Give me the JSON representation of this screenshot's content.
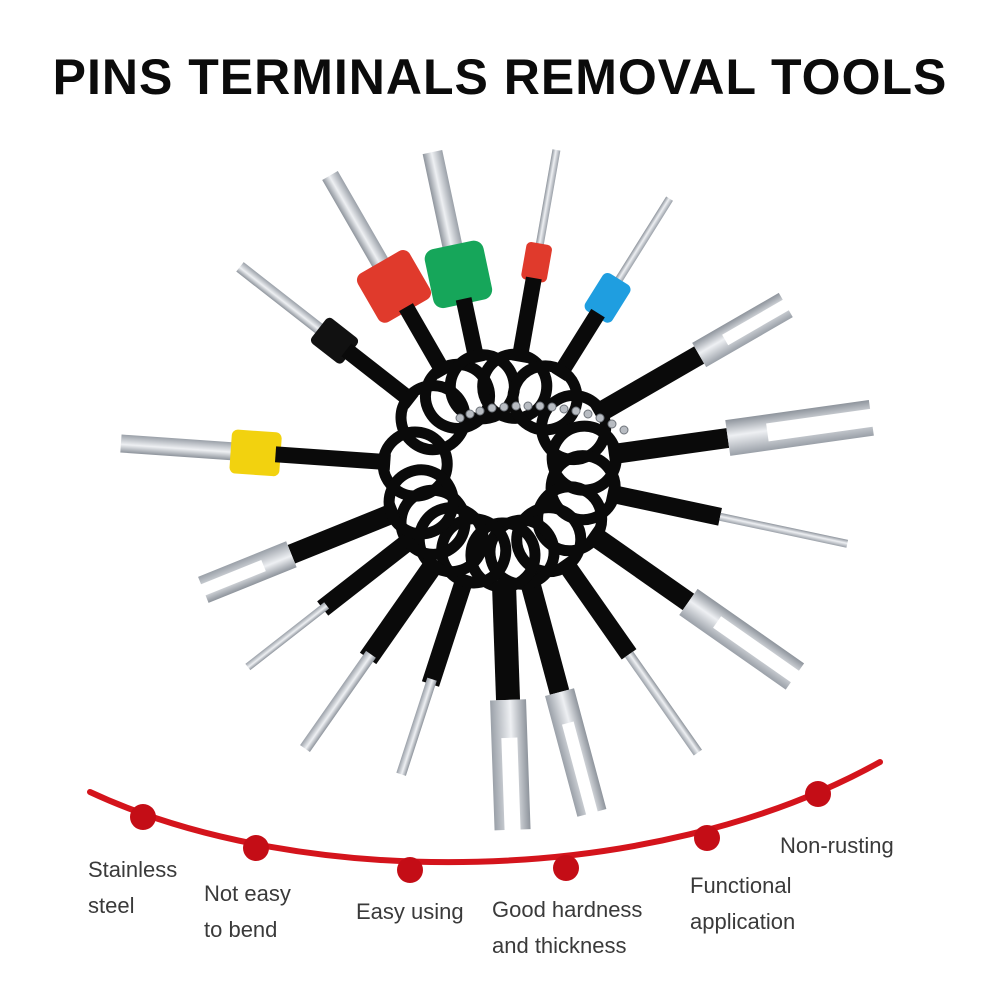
{
  "title": "PINS TERMINALS REMOVAL TOOLS",
  "colors": {
    "tool_body": "#0a0a0a",
    "steel": "#c8ccd2",
    "sleeve_red": "#e03a2c",
    "sleeve_green": "#16a65a",
    "sleeve_blue": "#1f9ee0",
    "sleeve_yellow": "#f2d20f",
    "curve": "#d4141c",
    "dot": "#c40d16",
    "text": "#3a3a3a"
  },
  "features": [
    {
      "line1": "Stainless",
      "line2": "steel"
    },
    {
      "line1": "Not easy",
      "line2": "to bend"
    },
    {
      "line1": "Easy using",
      "line2": ""
    },
    {
      "line1": "Good hardness",
      "line2": "and thickness"
    },
    {
      "line1": "Functional",
      "line2": "application"
    },
    {
      "line1": "Non-rusting",
      "line2": ""
    }
  ]
}
